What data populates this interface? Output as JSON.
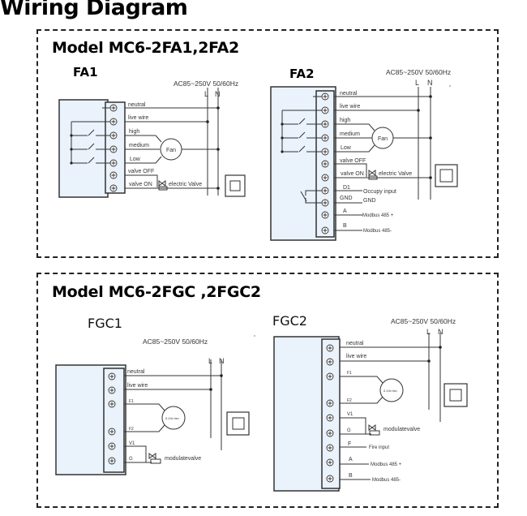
{
  "page": {
    "title": "Wiring Diagram"
  },
  "sections": [
    {
      "model_title": "Model MC6-2FA1,2FA2",
      "diagrams": [
        {
          "id": "FA1",
          "label": "FA1",
          "supply": "AC85~250V   50/60Hz",
          "L": "L",
          "N": "N",
          "terminals": [
            "neutral",
            "live wire",
            "high",
            "medium",
            "Low",
            "valve OFF",
            "valve ON"
          ],
          "fan_label": "Fan",
          "valve_label": "electric Valve"
        },
        {
          "id": "FA2",
          "label": "FA2",
          "supply": "AC85~250V   50/60Hz",
          "L": "L",
          "N": "N",
          "terminals": [
            "neutral",
            "live wire",
            "high",
            "medium",
            "Low",
            "valve OFF",
            "valve ON",
            "D1",
            "GND",
            "A",
            "B"
          ],
          "fan_label": "Fan",
          "valve_label": "electric Valve",
          "extra_labels": [
            "Occupy input",
            "GND",
            "Modbus 485 +",
            "Modbus 485-"
          ]
        }
      ]
    },
    {
      "model_title": "Model MC6-2FGC ,2FGC2",
      "diagrams": [
        {
          "id": "FGC1",
          "label": "FGC1",
          "supply": "AC85~250V   50/60Hz",
          "L": "L",
          "N": "N",
          "terminals": [
            "neutral",
            "live wire",
            "F1",
            "F2",
            "V1",
            "G"
          ],
          "fan_label": "0-10v fan",
          "valve_label": "modulatevalve"
        },
        {
          "id": "FGC2",
          "label": "FGC2",
          "supply": "AC85~250V   50/60Hz",
          "L": "L",
          "N": "N",
          "terminals": [
            "neutral",
            "live wire",
            "F1",
            "F2",
            "V1",
            "G",
            "F",
            "A",
            "B"
          ],
          "fan_label": "0-10v fan",
          "valve_label": "modulatevalve",
          "extra_labels": [
            "Fire input",
            "Modbus 485 +",
            "Modbus 485-"
          ]
        }
      ]
    }
  ],
  "colors": {
    "device_fill": "#eaf2fb",
    "line": "#333333",
    "border": "#222222"
  }
}
